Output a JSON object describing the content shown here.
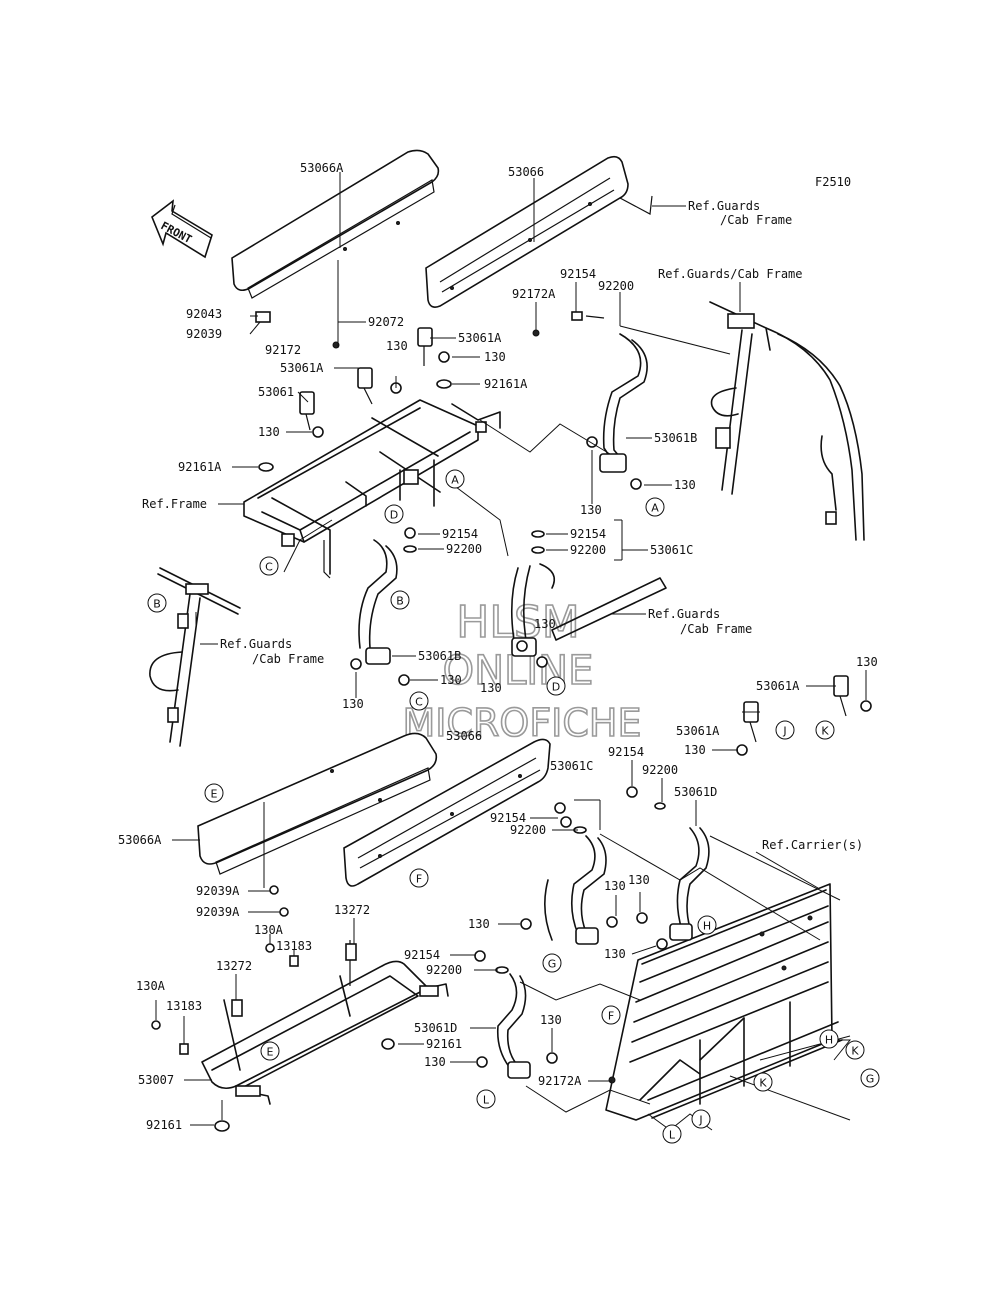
{
  "figure_code": "F2510",
  "front_arrow_label": "FRONT",
  "watermark": [
    "HLSM",
    "ONLINE",
    "MICROFICHE"
  ],
  "part_labels": {
    "p01": "53066A",
    "p02": "53066",
    "p03": "92043",
    "p04": "92039",
    "p05": "92072",
    "p06": "92172",
    "p07": "92172A",
    "p08": "92154",
    "p09": "92200",
    "p10": "53061A",
    "p11": "130",
    "p12": "130",
    "p13": "53061A",
    "p14": "92161A",
    "p15": "53061",
    "p16": "130",
    "p17": "92161A",
    "p18": "53061B",
    "p19": "130",
    "p20": "130",
    "p21": "92154",
    "p22": "92200",
    "p23": "92154",
    "p24": "92200",
    "p25": "53061C",
    "p26": "130",
    "p27": "53061B",
    "p28": "130",
    "p29": "130",
    "p30": "130",
    "p31": "130",
    "p32": "53061A",
    "p33": "53061A",
    "p34": "130",
    "p35": "53066",
    "p36": "53061C",
    "p37": "92154",
    "p38": "92200",
    "p39": "53061D",
    "p40": "92154",
    "p41": "92200",
    "p42": "53066A",
    "p43": "130",
    "p44": "130",
    "p45": "130",
    "p46": "130",
    "p47": "92039A",
    "p48": "92039A",
    "p49": "13272",
    "p50": "130A",
    "p51": "13183",
    "p52": "13272",
    "p53": "92154",
    "p54": "92200",
    "p55": "130A",
    "p56": "13183",
    "p57": "130",
    "p58": "53061D",
    "p59": "92161",
    "p60": "130",
    "p61": "53007",
    "p62": "92172A",
    "p63": "92161"
  },
  "ref_labels": {
    "r1a": "Ref.Guards",
    "r1b": "/Cab Frame",
    "r2": "Ref.Guards/Cab Frame",
    "r3": "Ref.Frame",
    "r4a": "Ref.Guards",
    "r4b": "/Cab Frame",
    "r5a": "Ref.Guards",
    "r5b": "/Cab Frame",
    "r6": "Ref.Carrier(s)"
  },
  "callouts": {
    "c01": "A",
    "c02": "A",
    "c03": "B",
    "c04": "C",
    "c05": "B",
    "c06": "D",
    "c07": "C",
    "c08": "D",
    "c09": "J",
    "c10": "K",
    "c11": "E",
    "c12": "F",
    "c13": "G",
    "c14": "H",
    "c15": "E",
    "c16": "L",
    "c17": "F",
    "c18": "H",
    "c19": "K",
    "c20": "K",
    "c21": "G",
    "c22": "J",
    "c23": "L"
  }
}
